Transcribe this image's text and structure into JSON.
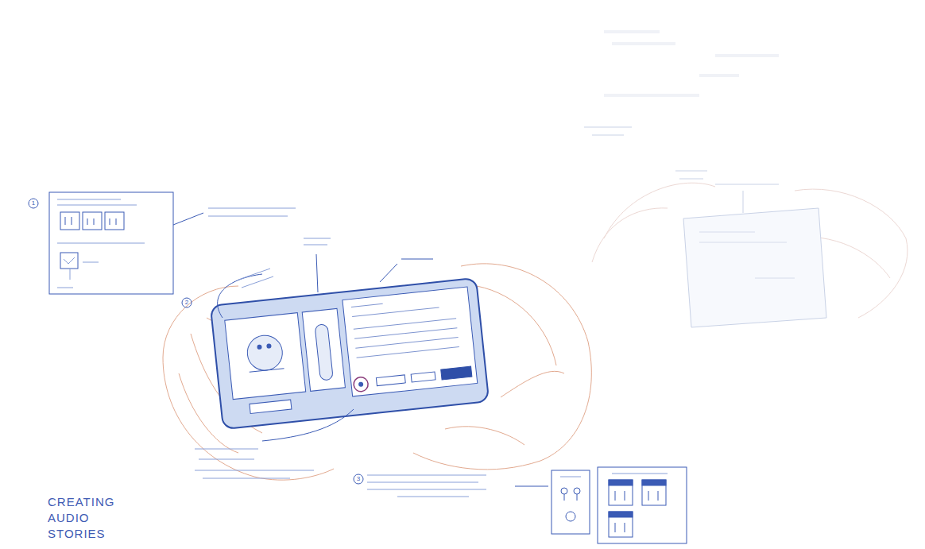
{
  "diagram": {
    "title": "CREATING AUDIO STORIES",
    "labels": [
      "1",
      "2",
      "3"
    ]
  }
}
